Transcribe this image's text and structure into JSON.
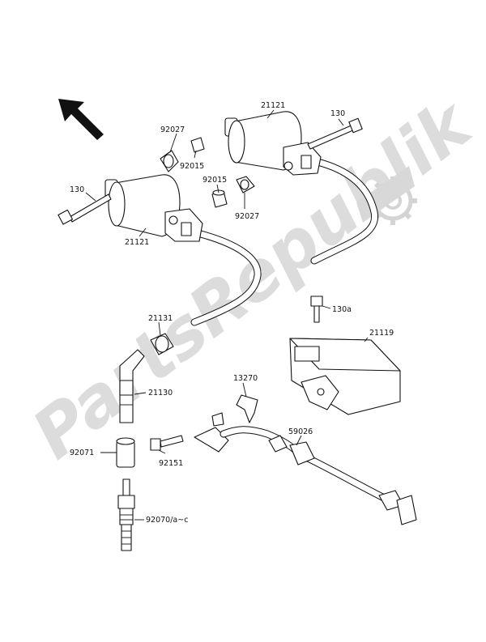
{
  "watermark": {
    "text": "PartsRepublik"
  },
  "arrow_icon": "direction-arrow-icon",
  "parts": {
    "coil_upper_number": "21121",
    "coil_lower_number": "21121",
    "bolt_upper_number": "130",
    "bolt_lower_number": "130",
    "washer_upper_number": "92027",
    "washer_lower_number": "92027",
    "collar_upper_number": "92015",
    "collar_lower_number": "92015",
    "cap_number": "21131",
    "plug_cap_number": "21130",
    "seal_number": "92071",
    "spark_plug_number": "92070/a~c",
    "bolt_small_number": "92151",
    "bracket_number": "13270",
    "igniter_number": "21119",
    "igniter_bolt_number": "130a",
    "harness_number": "59026"
  }
}
